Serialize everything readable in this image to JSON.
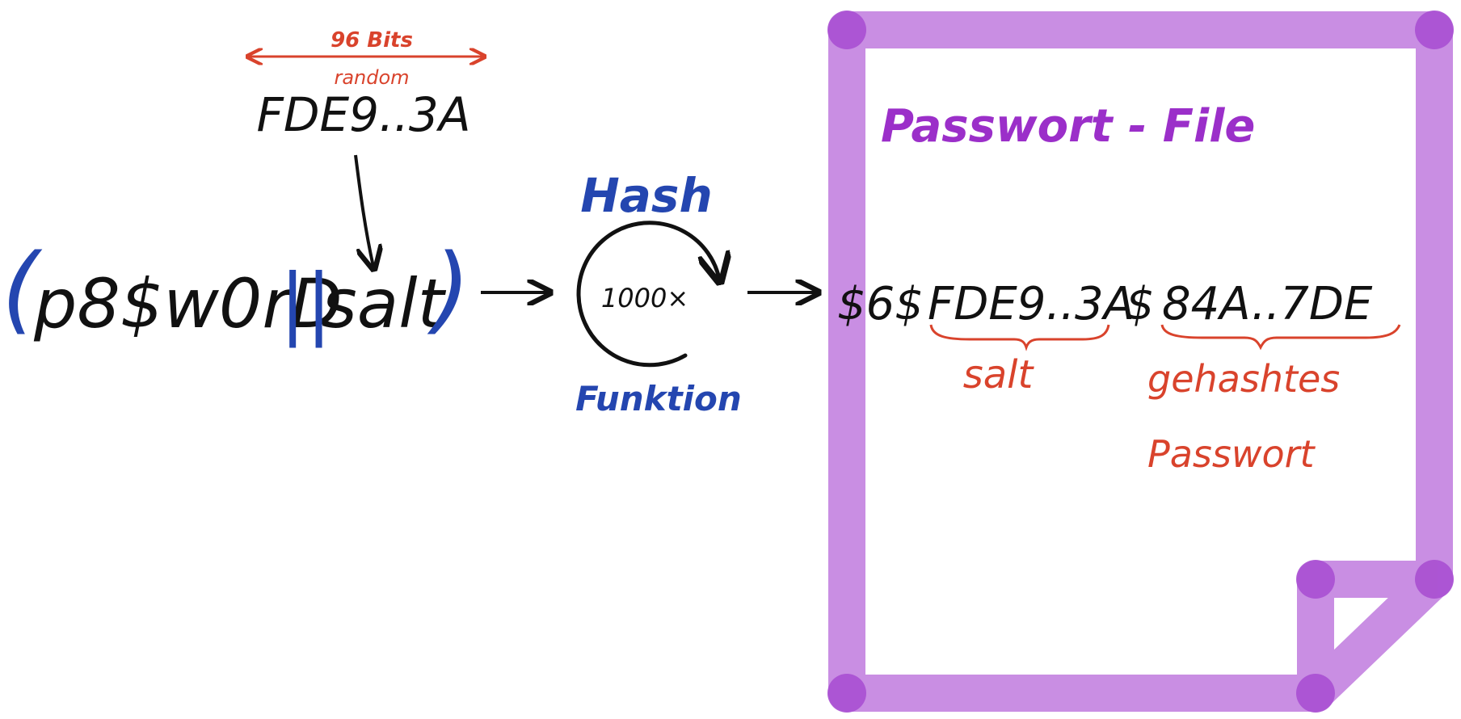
{
  "colors": {
    "ink": "#111111",
    "red": "#d9432c",
    "blue": "#2446b0",
    "purple": "#9b2fc9",
    "file_stroke": "#c98ee3",
    "file_joint": "#a94fd1"
  },
  "salt_source": {
    "bits_label": "96 Bits",
    "random_label": "random",
    "value": "FDE9..3A"
  },
  "input": {
    "open_paren": "(",
    "password": "p8$w0rD",
    "concat": "||",
    "salt_word": "salt",
    "close_paren": ")"
  },
  "hash_function": {
    "top_label": "Hash",
    "iterations": "1000×",
    "bottom_label": "Funktion"
  },
  "password_file": {
    "title": "Passwort - File",
    "entry_prefix": "$6$",
    "entry_salt": "FDE9..3A",
    "entry_sep": "$",
    "entry_hash": "84A..7DE",
    "salt_annotation": "salt",
    "hash_annotation_line1": "gehashtes",
    "hash_annotation_line2": "Passwort"
  }
}
